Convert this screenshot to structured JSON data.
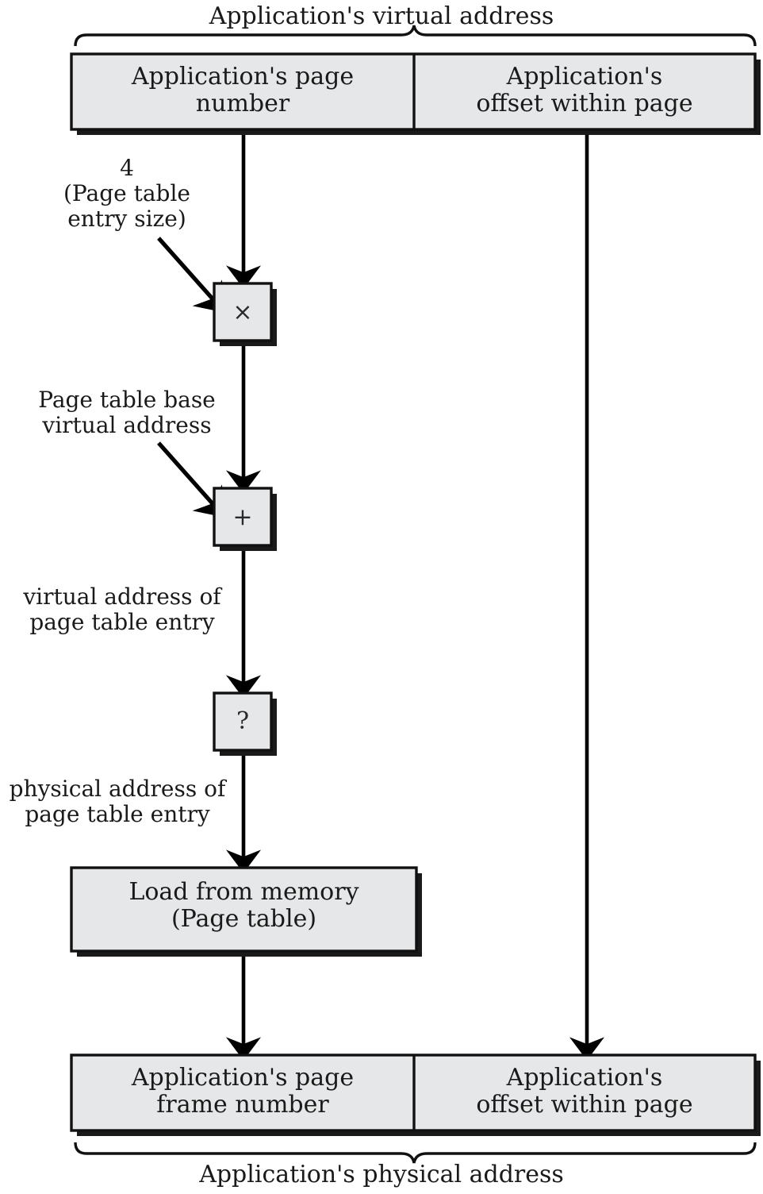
{
  "diagram": {
    "title": "Application's virtual address",
    "bottom_caption": "Application's physical address",
    "colors": {
      "box_fill": "#e6e7e8",
      "box_stroke": "#111111",
      "shadow": "#1a1a1a",
      "arrow": "#000000",
      "background": "#ffffff"
    },
    "top_address": {
      "brace_label": "Application's virtual address",
      "fields": [
        {
          "label": "Application's page\nnumber",
          "name": "page-number-field"
        },
        {
          "label": "Application's\noffset within page",
          "name": "offset-field"
        }
      ]
    },
    "bottom_address": {
      "brace_label": "Application's physical address",
      "fields": [
        {
          "label": "Application's page\nframe number",
          "name": "page-frame-number-field"
        },
        {
          "label": "Application's\noffset within page",
          "name": "offset-field"
        }
      ]
    },
    "operators": [
      {
        "name": "multiply-operator",
        "glyph": "×",
        "input_label": "4\n(Page table\nentry size)"
      },
      {
        "name": "add-operator",
        "glyph": "+",
        "input_label": "Page table base\nvirtual address"
      },
      {
        "name": "unknown-operator",
        "glyph": "?",
        "input_label": ""
      }
    ],
    "edge_labels": [
      {
        "name": "multiply-input-label",
        "text": "4\n(Page table\nentry size)"
      },
      {
        "name": "add-input-label",
        "text": "Page table base\nvirtual address"
      },
      {
        "name": "pte-virtual-address-label",
        "text": "virtual address of\npage table entry"
      },
      {
        "name": "pte-physical-address-label",
        "text": "physical address of\npage table entry"
      }
    ],
    "process_box": {
      "name": "load-from-memory-box",
      "line1": "Load from memory",
      "line2": "(Page table)",
      "label": "Load from memory\n(Page table)"
    }
  }
}
